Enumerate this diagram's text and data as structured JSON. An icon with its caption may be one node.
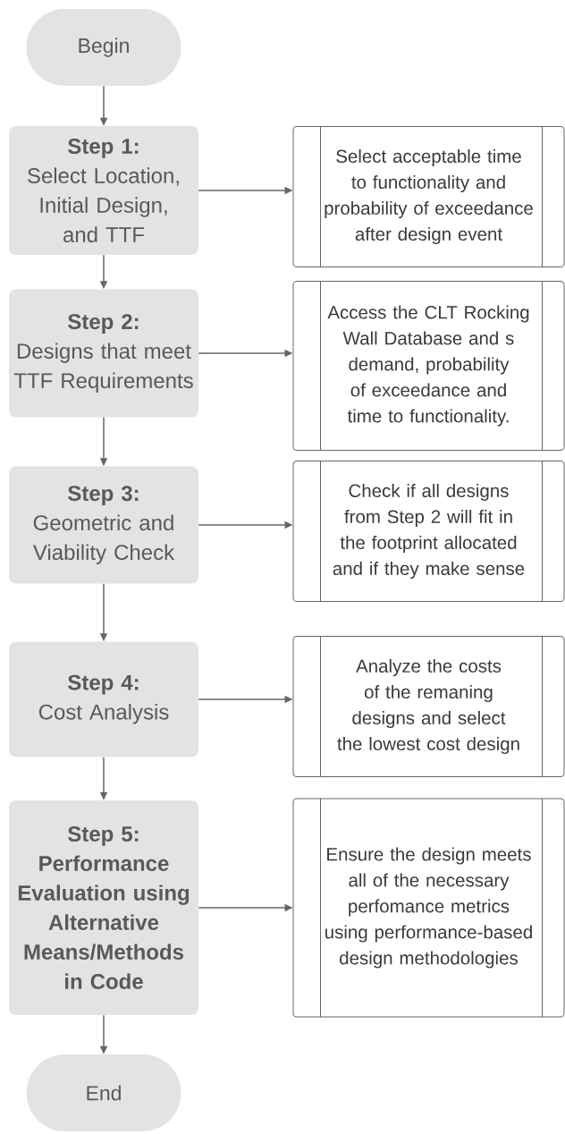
{
  "diagram": {
    "nodes": [
      {
        "text": [
          "Begin"
        ]
      },
      {
        "text": [
          "Step 1:",
          "Select Location, Initial Design, and TTF"
        ]
      },
      {
        "text": [
          "Select acceptable time to functionality and probability of exceedance after design event"
        ]
      },
      {
        "text": [
          "Step 2:",
          "Designs that meet TTF Requirements"
        ]
      },
      {
        "text": [
          "Access the CLT Rocking Wall Database and s demand, probability of exceedance and time to functionality."
        ]
      },
      {
        "text": [
          "Step 3:",
          "Geometric and Viability Check"
        ]
      },
      {
        "text": [
          "Check if all designs from Step 2 will fit in the footprint allocated and if they make sense"
        ]
      },
      {
        "text": [
          "Step 4:",
          "Cost Analysis"
        ]
      },
      {
        "text": [
          "Analyze the costs of the remaning designs and select the lowest cost design"
        ]
      },
      {
        "text": [
          "Step 5:",
          "Performance Evaluation using Alternative Means/Methods in Code"
        ]
      },
      {
        "text": [
          "Ensure the design meets all of the necessary perfomance metrics using performance-based design methodologies"
        ]
      },
      {
        "text": [
          "End"
        ]
      }
    ],
    "edges": [
      {
        "from": 0,
        "to": 1,
        "arrow": "to"
      },
      {
        "from": 1,
        "to": 2,
        "arrow": "to"
      },
      {
        "from": 1,
        "to": 3,
        "arrow": "to"
      },
      {
        "from": 3,
        "to": 4,
        "arrow": "to"
      },
      {
        "from": 3,
        "to": 5,
        "arrow": "to"
      },
      {
        "from": 5,
        "to": 6,
        "arrow": "to"
      },
      {
        "from": 5,
        "to": 7,
        "arrow": "to"
      },
      {
        "from": 7,
        "to": 8,
        "arrow": "to"
      },
      {
        "from": 7,
        "to": 9,
        "arrow": "to"
      },
      {
        "from": 9,
        "to": 10,
        "arrow": "to"
      },
      {
        "from": 9,
        "to": 11,
        "arrow": "to"
      }
    ]
  }
}
